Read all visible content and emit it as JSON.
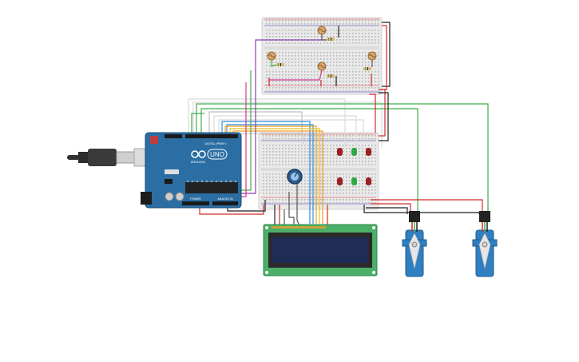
{
  "arduino": {
    "brand_label": "UNO",
    "digital_label": "DIGITAL (PWM~)",
    "analog_label": "ANALOG IN",
    "power_label": "POWER",
    "logo_text": "ARDUINO",
    "board_color": "#2b6ea3"
  },
  "colors": {
    "breadboard": "#eaeaea",
    "wire_red": "#d32a2a",
    "wire_black": "#222222",
    "wire_green": "#3fae4a",
    "wire_white": "#e6e6e6",
    "wire_purple": "#8a3fb0",
    "wire_orange": "#f0a020",
    "wire_yellow": "#e8c020",
    "wire_blue": "#2f8fd8",
    "lcd_board": "#4caf68",
    "lcd_screen": "#1f2c55",
    "servo_body": "#2f7fc1",
    "led_red": "#9c2020",
    "led_green": "#2fa84a",
    "potentiometer": "#2d5d8e"
  },
  "icons": [
    "usb-cable-icon",
    "potentiometer-icon",
    "servo-icon",
    "lcd-icon",
    "led-icon",
    "resistor-icon",
    "photoresistor-icon"
  ]
}
